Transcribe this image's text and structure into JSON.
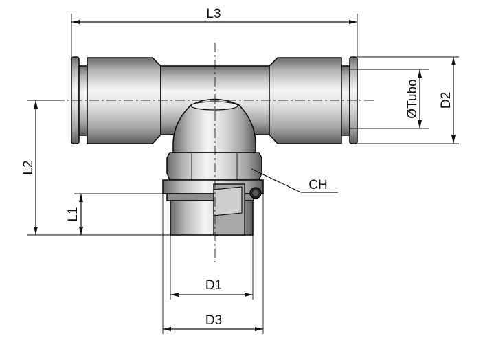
{
  "labels": {
    "L3": "L3",
    "L2": "L2",
    "L1": "L1",
    "D1": "D1",
    "D2": "D2",
    "D3": "D3",
    "tube": "ØTubo",
    "CH": "CH"
  },
  "colors": {
    "metal_light": "#f2f2f2",
    "metal_mid": "#c4c4c4",
    "metal_dark": "#6e6e6e",
    "line": "#111111"
  }
}
